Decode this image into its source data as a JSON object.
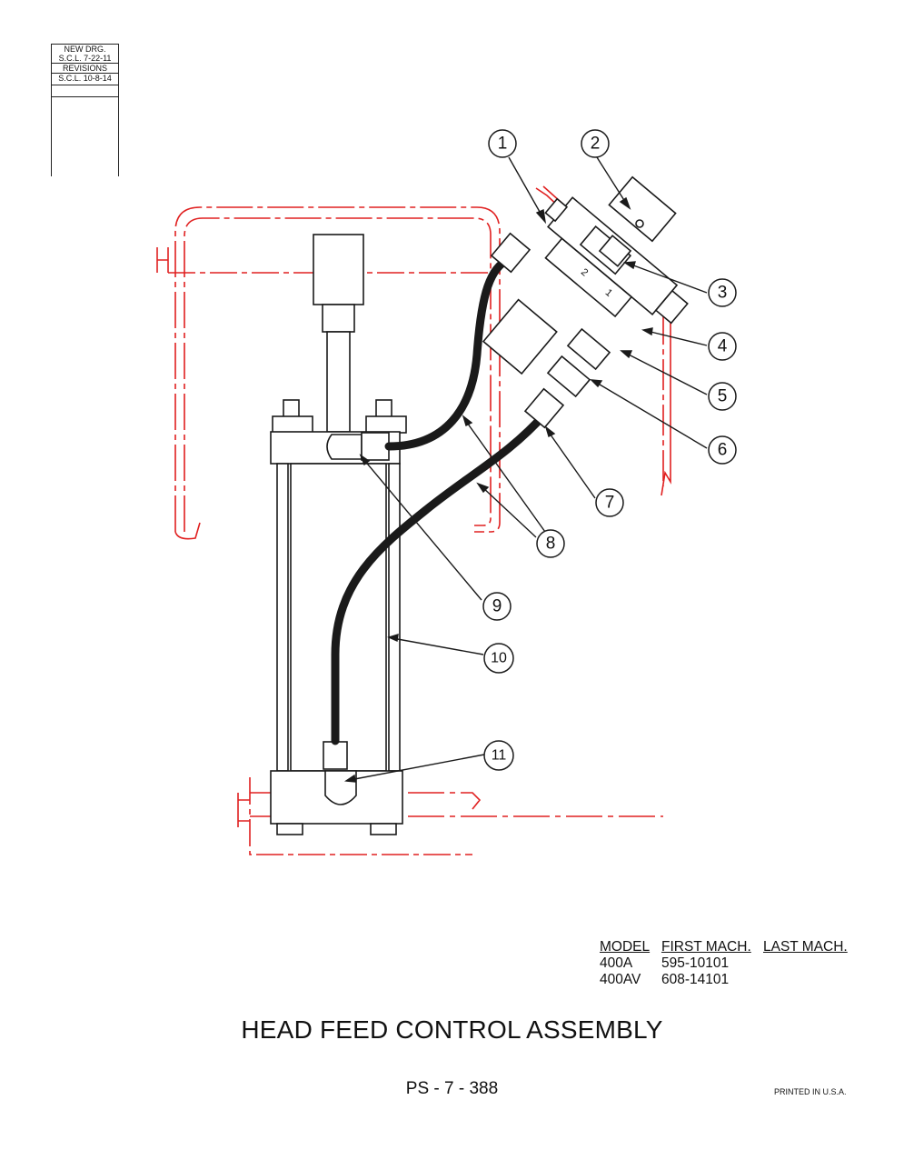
{
  "revision_block": {
    "new_drawing_label": "NEW DRG.",
    "new_drawing_date": "S.C.L. 7-22-11",
    "revisions_label": "REVISIONS",
    "revision_1": "S.C.L. 10-8-14"
  },
  "callouts": [
    "1",
    "2",
    "3",
    "4",
    "5",
    "6",
    "7",
    "8",
    "9",
    "10",
    "11"
  ],
  "valve_port_labels": [
    "2",
    "1"
  ],
  "model_table": {
    "headers": [
      "MODEL",
      "FIRST MACH.",
      "LAST MACH."
    ],
    "rows": [
      [
        "400A",
        "595-10101",
        ""
      ],
      [
        "400AV",
        "608-14101",
        ""
      ]
    ]
  },
  "title": "HEAD FEED CONTROL ASSEMBLY",
  "page_number": "PS - 7 - 388",
  "printed_note": "PRINTED IN U.S.A.",
  "colors": {
    "line": "#1a1a1a",
    "frame_red": "#e02020",
    "background": "#ffffff"
  }
}
